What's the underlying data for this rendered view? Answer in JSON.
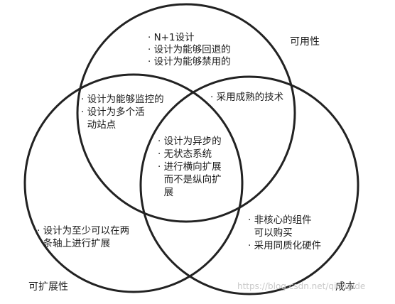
{
  "circles": {
    "availability": "可用性",
    "scalability": "可扩展性",
    "cost": "成本"
  },
  "regions": {
    "availability_only": [
      "· N+1设计",
      "· 设计为能够回退的",
      "· 设计为能够禁用的"
    ],
    "availability_scalability": [
      "· 设计为能够监控的",
      "· 设计为多个活",
      "  动站点"
    ],
    "availability_cost": [
      "· 采用成熟的技术"
    ],
    "center": [
      "· 设计为异步的",
      "· 无状态系统",
      "· 进行横向扩展",
      "  而不是纵向扩",
      "  展"
    ],
    "scalability_only": [
      "· 设计为至少可以在两",
      "  条轴上进行扩展"
    ],
    "cost_only": [
      "· 非核心的组件",
      "  可以购买",
      "· 采用同质化硬件"
    ]
  },
  "watermark": "https://blog.csdn.net/qiongide",
  "colors": {
    "stroke": "#222222",
    "text": "#1a1a1a"
  }
}
